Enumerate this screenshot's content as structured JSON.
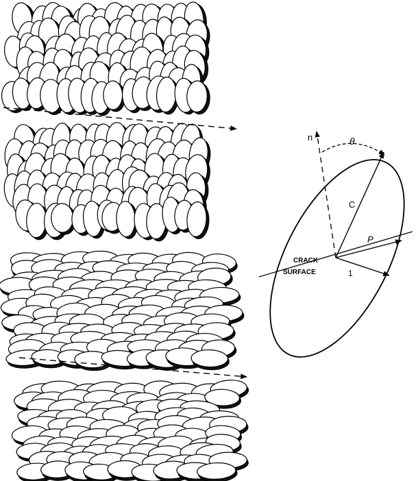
{
  "figure": {
    "background": "#ffffff",
    "ink": "#000000",
    "panels": [
      {
        "id": "vertical-platelet-stack",
        "description_name": "top-left stack"
      },
      {
        "id": "horizontal-platelet-stack",
        "description_name": "bottom-left stack"
      }
    ],
    "ellipse_schematic": {
      "labels": {
        "normal": "n",
        "angle": "θ",
        "major_axis": "C",
        "direction": "P",
        "minor_axis": "1",
        "crack_line1": "CRACK",
        "crack_line2": "SURFACE"
      }
    }
  }
}
